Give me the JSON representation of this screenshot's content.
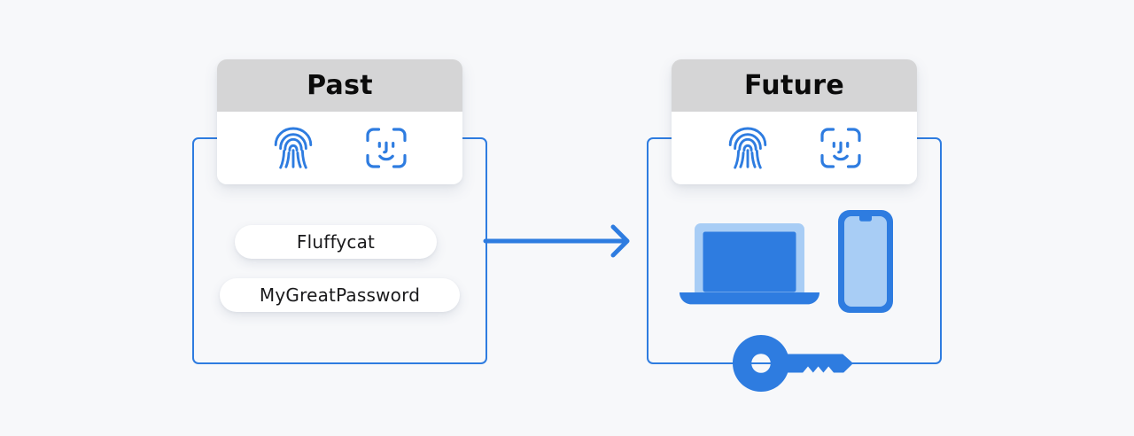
{
  "diagram": {
    "title": "Past to Future authentication comparison",
    "background_color": "#F7F8FA",
    "accent_color": "#2E7CE0",
    "accent_light_color": "#A8CDF5",
    "header_band_color": "#D5D5D6",
    "card_background_color": "#FFFFFF"
  },
  "panels": [
    {
      "id": "past",
      "title": "Past",
      "auth_icons": [
        {
          "name": "fingerprint-icon",
          "label": "Fingerprint"
        },
        {
          "name": "face-id-icon",
          "label": "Face ID"
        }
      ],
      "passwords": [
        {
          "value": "Fluffycat"
        },
        {
          "value": "MyGreatPassword"
        }
      ]
    },
    {
      "id": "future",
      "title": "Future",
      "auth_icons": [
        {
          "name": "fingerprint-icon",
          "label": "Fingerprint"
        },
        {
          "name": "face-id-icon",
          "label": "Face ID"
        }
      ],
      "devices": [
        {
          "name": "laptop-icon",
          "label": "Laptop"
        },
        {
          "name": "smartphone-icon",
          "label": "Smartphone"
        }
      ],
      "credential": {
        "name": "key-icon",
        "label": "Passkey"
      }
    }
  ],
  "connector": {
    "name": "arrow-right-icon",
    "label": "leads to",
    "color": "#2E7CE0"
  }
}
